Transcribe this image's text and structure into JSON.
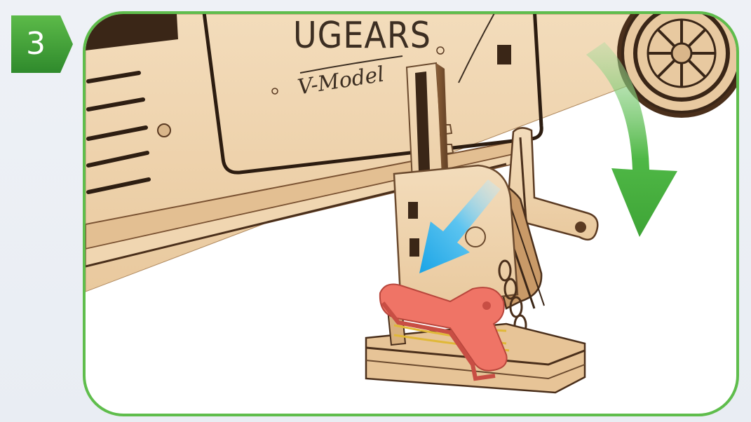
{
  "step": {
    "number": "3"
  },
  "model": {
    "brand": "UGEARS",
    "line": "V-Model"
  },
  "colors": {
    "badge_green": "#4aa23a",
    "panel_border": "#5fbd4c",
    "wood_light": "#f1d9b8",
    "wood_dark": "#6b4a2e",
    "red_part": "#e9665c",
    "rotate_arrow": "#4fb846",
    "insert_arrow": "#22a9e8"
  },
  "icons": {
    "rotate": "curved-rotate-arrow-icon",
    "insert": "insert-direction-arrow-icon"
  }
}
